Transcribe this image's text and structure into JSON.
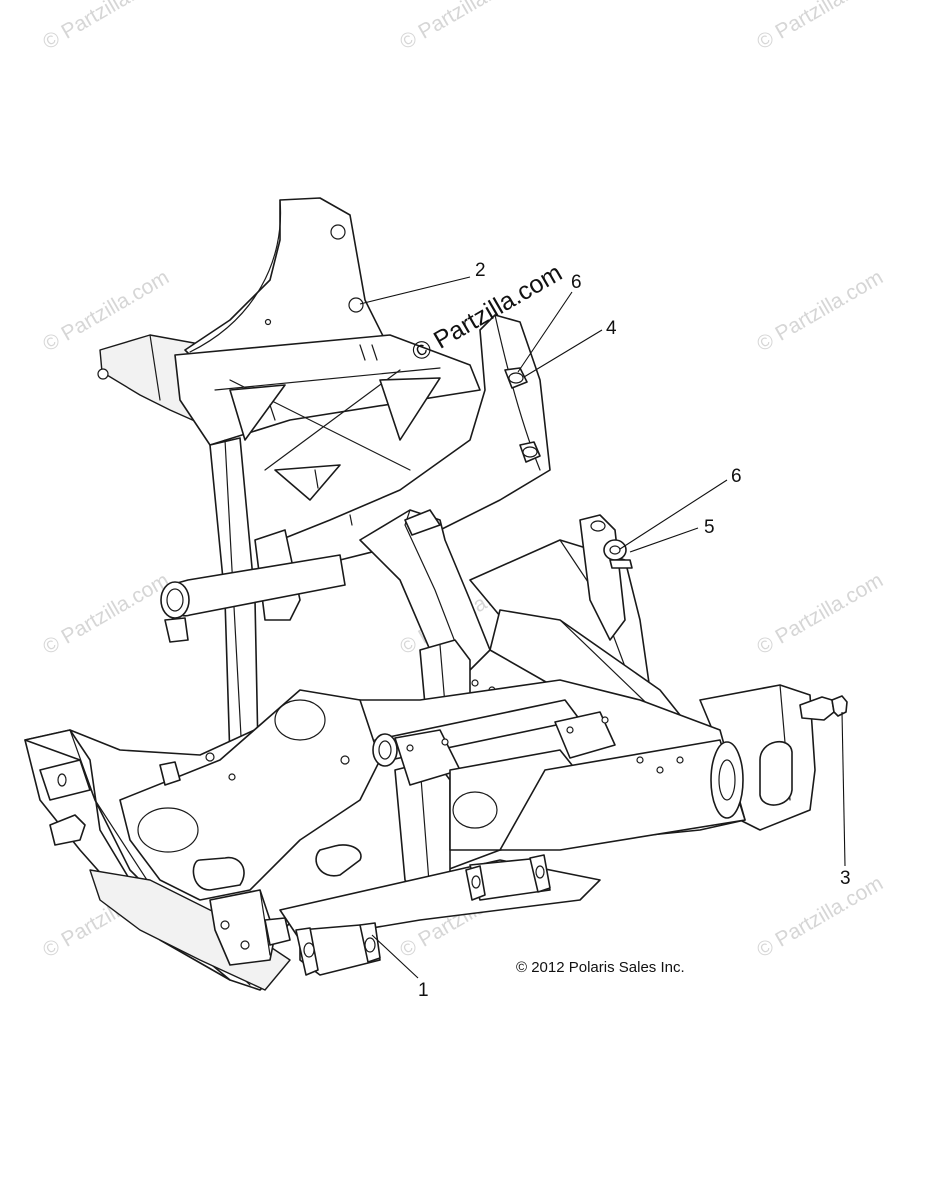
{
  "watermark": {
    "text": "© Partzilla.com",
    "center_text": "© Partzilla.com"
  },
  "callouts": [
    {
      "label": "1"
    },
    {
      "label": "2"
    },
    {
      "label": "3"
    },
    {
      "label": "4"
    },
    {
      "label": "5"
    },
    {
      "label": "6"
    },
    {
      "label": "6"
    }
  ],
  "copyright": "© 2012 Polaris Sales Inc.",
  "colors": {
    "line": "#1a1a1a",
    "watermark": "#d6d6d6",
    "background": "#ffffff"
  }
}
